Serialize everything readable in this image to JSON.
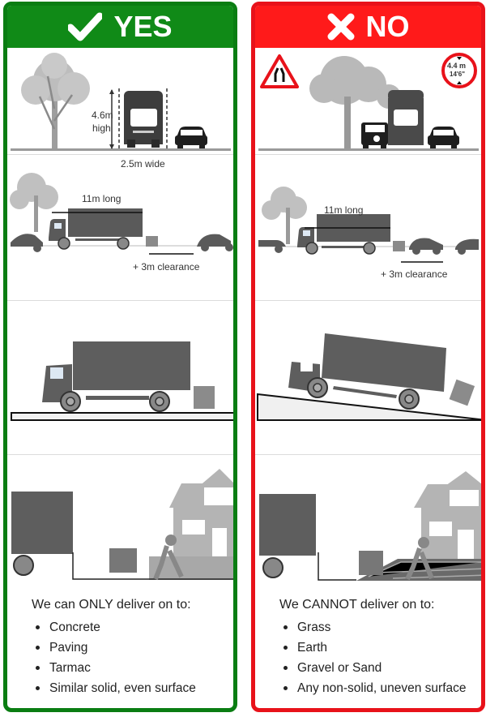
{
  "yes_panel": {
    "header": {
      "icon": "check-icon",
      "label": "YES",
      "color": "#108a17",
      "border_color": "#0a7d12"
    },
    "scenes": {
      "dimensions": {
        "height_label": "4.6m",
        "height_label_2": "high",
        "width_label": "2.5m wide"
      },
      "length": {
        "length_label": "11m long",
        "clearance_label": "+ 3m clearance"
      },
      "surface": {
        "description": "Truck on level ground"
      },
      "delivery": {
        "description": "Pallet delivered on to solid surface"
      }
    },
    "info": {
      "title": "We can ONLY deliver on to:",
      "items": [
        "Concrete",
        "Paving",
        "Tarmac",
        "Similar solid, even surface"
      ]
    }
  },
  "no_panel": {
    "header": {
      "icon": "cross-icon",
      "label": "NO",
      "color": "#ff1a1a",
      "border_color": "#e8121a"
    },
    "scenes": {
      "dimensions": {
        "height_sign_metric": "4.4 m",
        "height_sign_imperial": "14'6\"",
        "warning_sign": "road-narrows-sign"
      },
      "length": {
        "length_label": "11m long",
        "clearance_label": "+ 3m clearance"
      },
      "surface": {
        "description": "Truck on slope, pallet sliding off"
      },
      "delivery": {
        "description": "Pallet on uneven surface"
      }
    },
    "info": {
      "title": "We CANNOT deliver on to:",
      "items": [
        "Grass",
        "Earth",
        "Gravel or Sand",
        "Any non-solid, uneven surface"
      ]
    }
  }
}
